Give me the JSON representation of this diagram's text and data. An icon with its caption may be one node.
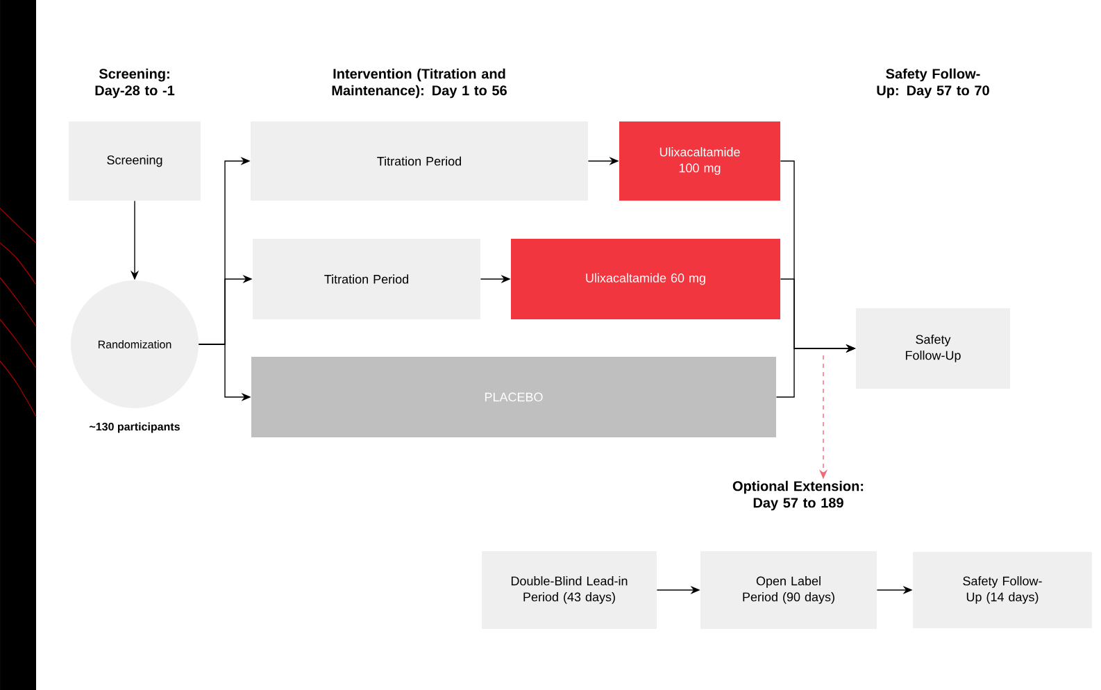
{
  "diagram": {
    "nodes": [
      {
        "text": [
          "Screening"
        ]
      },
      {
        "text": [
          "Randomization"
        ],
        "beside": [
          "~130 participants"
        ]
      },
      {
        "text": [
          "Titration Period"
        ]
      },
      {
        "text": [
          "Ulixacaltamide 100 mg"
        ]
      },
      {
        "text": [
          "Titration Period"
        ]
      },
      {
        "text": [
          "Ulixacaltamide 60 mg"
        ]
      },
      {
        "text": [
          "PLACEBO"
        ]
      },
      {
        "text": [
          "Safety Follow-Up"
        ]
      },
      {
        "text": [
          "Double-Blind Lead-in Period (43 days)"
        ]
      },
      {
        "text": [
          "Open Label Period (90 days)"
        ]
      },
      {
        "text": [
          "Safety Follow-Up (14 days)"
        ]
      },
      {
        "text": [
          "Optional Extension: Day 57 to 189"
        ]
      }
    ],
    "edges": [
      {
        "from": 0,
        "to": 1,
        "arrow": "to"
      },
      {
        "from": 1,
        "to": 2,
        "arrow": "to"
      },
      {
        "from": 1,
        "to": 4,
        "arrow": "to"
      },
      {
        "from": 1,
        "to": 6,
        "arrow": "to"
      },
      {
        "from": 2,
        "to": 3,
        "arrow": "to"
      },
      {
        "from": 4,
        "to": 5,
        "arrow": "to"
      },
      {
        "from": 3,
        "to": 7,
        "arrow": "to"
      },
      {
        "from": 5,
        "to": 7,
        "arrow": "to"
      },
      {
        "from": 6,
        "to": 7,
        "arrow": "to"
      },
      {
        "from": 8,
        "to": 9,
        "arrow": "to"
      },
      {
        "from": 9,
        "to": 10,
        "arrow": "to"
      },
      {
        "from": null,
        "to": 11,
        "arrow": "to",
        "style": "dashed",
        "color": "#f06a7a"
      }
    ],
    "labels": [
      "Screening: Day-28 to -1",
      "Intervention (Titration and Maintenance): Day 1 to 56",
      "Safety Follow-Up: Day 57 to 70"
    ]
  }
}
